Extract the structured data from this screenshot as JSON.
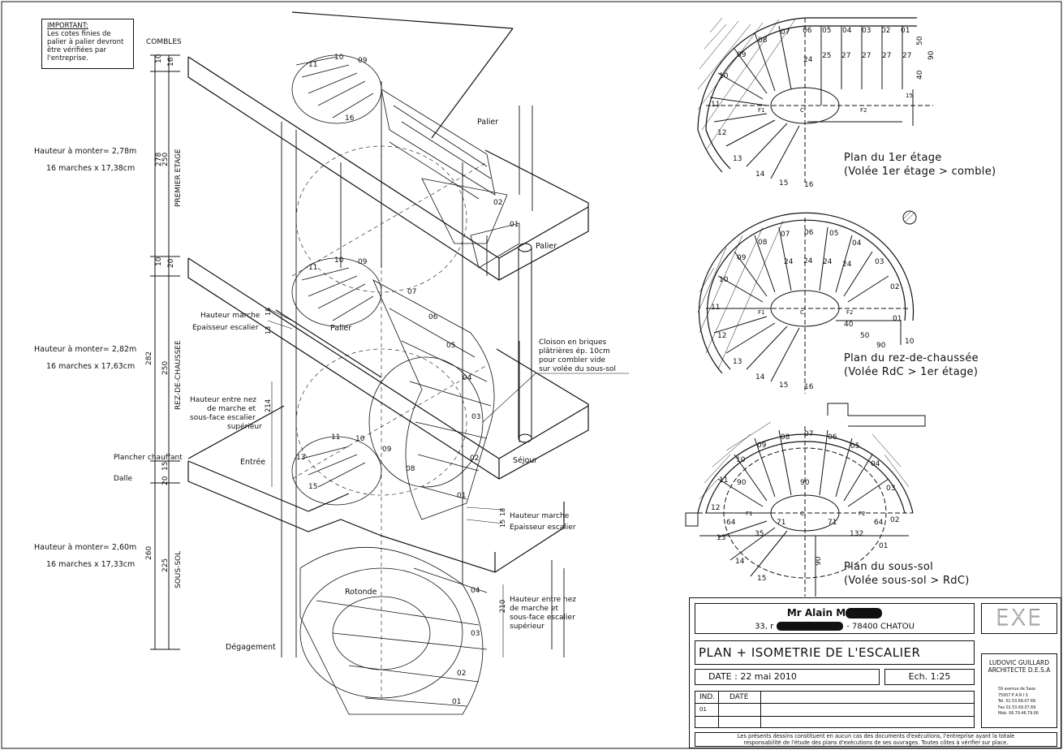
{
  "important": {
    "heading": "IMPORTANT:",
    "lines": [
      "Les cotes finies de",
      "palier à palier devront",
      "être vérifiées par",
      "l'entreprise."
    ]
  },
  "levels": {
    "combles": "COMBLES",
    "premier": "PREMIER ETAGE",
    "rdc": "REZ-DE-CHAUSSEE",
    "sous_sol": "SOUS-SOL"
  },
  "flights": [
    {
      "hauteur": "Hauteur à monter= 2,78m",
      "marches": "16 marches x 17,38cm"
    },
    {
      "hauteur": "Hauteur à monter= 2,82m",
      "marches": "16 marches x 17,63cm"
    },
    {
      "hauteur": "Hauteur à monter= 2,60m",
      "marches": "16 marches x 17,33cm"
    }
  ],
  "dims_left": [
    "10",
    "16",
    "278",
    "250",
    "10",
    "20",
    "282",
    "250",
    "15",
    "20",
    "260",
    "225"
  ],
  "iso_labels": {
    "palier_top": "Palier",
    "palier_mid": "Palier",
    "palier_low": "Palier",
    "entree": "Entrée",
    "sejour": "Séjour",
    "rotonde": "Rotonde",
    "degagement": "Dégagement",
    "plancher": "Plancher chauffant",
    "dalle": "Dalle",
    "hauteur_marche_1": "Hauteur marche",
    "epaisseur_1": "Epaisseur escalier",
    "hauteur_marche_2": "Hauteur marche",
    "epaisseur_2": "Epaisseur escalier",
    "cloison": [
      "Cloison en briques",
      "plâtrières ép. 10cm",
      "pour combler vide",
      "sur volée du sous-sol"
    ],
    "nez_1": [
      "Hauteur entre nez",
      "de marche et",
      "sous-face escalier",
      "supérieur"
    ],
    "nez_2": [
      "Hauteur entre nez",
      "de marche et",
      "sous-face escalier",
      "supérieur"
    ],
    "dim_214": "214",
    "dim_210": "210",
    "dim_18a": "18",
    "dim_13": "13",
    "dim_15": "15",
    "dim_18b": "18"
  },
  "plans": [
    {
      "title": "Plan du 1er étage",
      "subtitle": "(Volée 1er étage  > comble)"
    },
    {
      "title": "Plan du rez-de-chaussée",
      "subtitle": "(Volée RdC > 1er étage)"
    },
    {
      "title": "Plan du sous-sol",
      "subtitle": "(Volée sous-sol > RdC)"
    }
  ],
  "step_numbers": [
    "01",
    "02",
    "03",
    "04",
    "05",
    "06",
    "07",
    "08",
    "09",
    "10",
    "11",
    "12",
    "13",
    "14",
    "15",
    "16"
  ],
  "plan_dims": {
    "p1": [
      "27",
      "27",
      "27",
      "27",
      "25",
      "24",
      "50",
      "90",
      "40",
      "15",
      "F1",
      "F2",
      "C"
    ],
    "p2": [
      "24",
      "24",
      "24",
      "24",
      "40",
      "50",
      "90",
      "10",
      "F1",
      "F2",
      "C"
    ],
    "p3": [
      "90",
      "90",
      "64",
      "64",
      "71",
      "71",
      "35",
      "132",
      "90",
      "F1",
      "F2",
      "C"
    ]
  },
  "title_block": {
    "client": "Mr Alain M",
    "address_prefix": "33, r",
    "address_suffix": "- 78400 CHATOU",
    "exe": "EXE",
    "drawing_title": "PLAN + ISOMETRIE DE L'ESCALIER",
    "date": "DATE : 22 mai 2010",
    "scale": "Ech. 1:25",
    "ind_label": "IND.",
    "date_col": "DATE",
    "ind_value": "01",
    "architect_name": "LUDOVIC GUILLARD",
    "architect_title": "ARCHITECTE D.E.S.A",
    "architect_lines": [
      "59 avenue de Saxe",
      "75007   P A R I S",
      "Tel. 01.53.69.07.69",
      "Fax 01.53.69.07.69",
      "Mob. 06.79.46.79.06"
    ],
    "disclaimer_1": "Les présents dessins constituent en aucun cas des documents d'exécutions, l'entreprise ayant la totale",
    "disclaimer_2": "responsabilité de l'étude des plans d'exécutions de ses ouvrages. Toutes côtes à vérifier sur place."
  }
}
